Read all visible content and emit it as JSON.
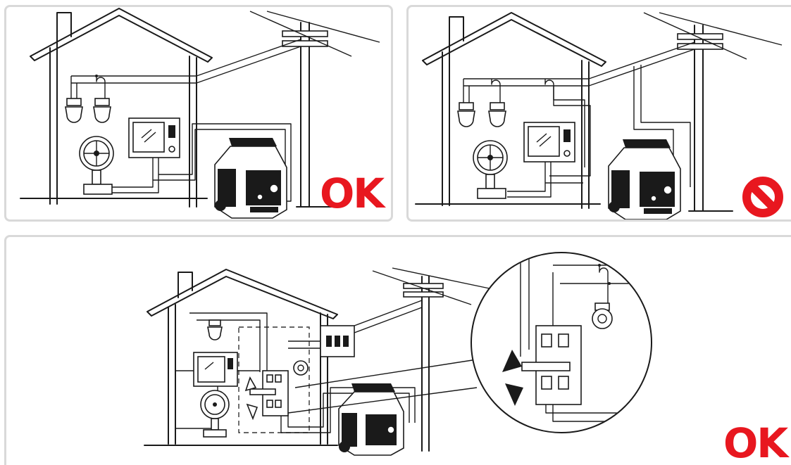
{
  "colors": {
    "accent_red": "#e8171f",
    "frame_gray": "#d9d9d9",
    "line": "#1a1a1a"
  },
  "panels": [
    {
      "id": "panel-direct-connection-ok",
      "status_label": "OK",
      "status": "ok"
    },
    {
      "id": "panel-connection-prohibited",
      "status_label": "",
      "status": "prohibited",
      "icon": "prohibited-icon"
    },
    {
      "id": "panel-transfer-switch-ok",
      "status_label": "OK",
      "status": "ok"
    }
  ]
}
